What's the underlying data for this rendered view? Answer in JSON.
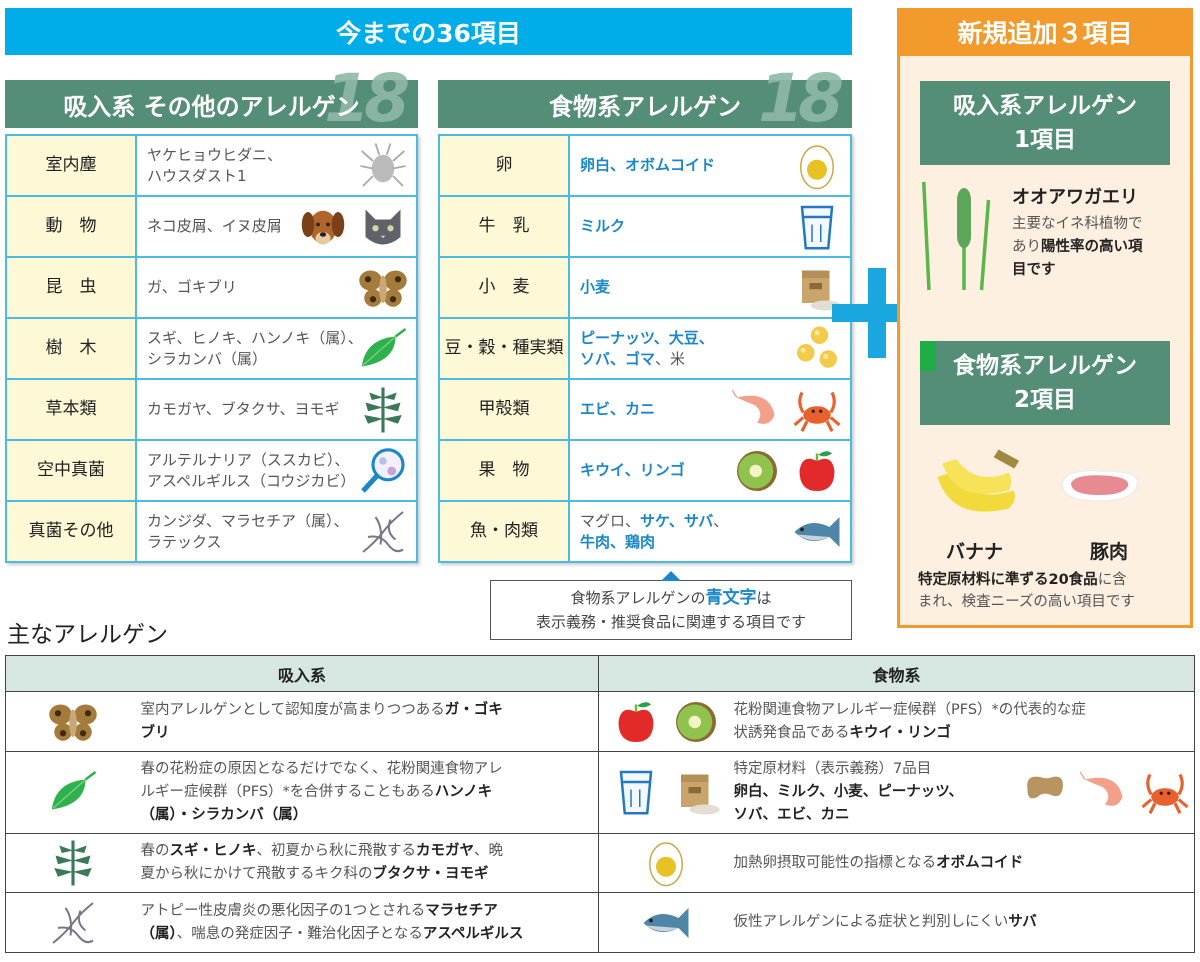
{
  "top_banner": "今までの36項目",
  "inhalant_section": {
    "title": "吸入系 その他のアレルゲン",
    "count": "18",
    "rows": [
      {
        "category": "室内塵",
        "items": [
          [
            "ヤケヒョウヒダニ、\nハウスダスト1",
            ""
          ]
        ],
        "icons": [
          "mite"
        ]
      },
      {
        "category": "動　物",
        "items": [
          [
            "ネコ皮屑、イヌ皮屑",
            ""
          ]
        ],
        "icons": [
          "dog",
          "cat"
        ]
      },
      {
        "category": "昆　虫",
        "items": [
          [
            "ガ、ゴキブリ",
            ""
          ]
        ],
        "icons": [
          "moth"
        ]
      },
      {
        "category": "樹　木",
        "items": [
          [
            "スギ、ヒノキ、ハンノキ（属）、\nシラカンバ（属）",
            ""
          ]
        ],
        "icons": [
          "leaf"
        ]
      },
      {
        "category": "草本類",
        "items": [
          [
            "カモガヤ、ブタクサ、ヨモギ",
            ""
          ]
        ],
        "icons": [
          "herb"
        ]
      },
      {
        "category": "空中真菌",
        "items": [
          [
            "アルテルナリア（ススカビ）、\nアスペルギルス（コウジカビ）",
            ""
          ]
        ],
        "icons": [
          "magnifier"
        ]
      },
      {
        "category": "真菌その他",
        "items": [
          [
            "カンジダ、マラセチア（属）、\nラテックス",
            ""
          ]
        ],
        "icons": [
          "mold"
        ]
      }
    ]
  },
  "food_section": {
    "title": "食物系アレルゲン",
    "count": "18",
    "rows": [
      {
        "category": "卵",
        "items": [
          [
            "卵白、オボムコイド",
            "blue"
          ]
        ],
        "icons": [
          "egg"
        ]
      },
      {
        "category": "牛　乳",
        "items": [
          [
            "ミルク",
            "blue"
          ]
        ],
        "icons": [
          "milk"
        ]
      },
      {
        "category": "小　麦",
        "items": [
          [
            "小麦",
            "blue"
          ]
        ],
        "icons": [
          "flour"
        ]
      },
      {
        "category": "豆・穀・種実類",
        "items": [
          [
            "ピーナッツ、大豆、\nソバ、ゴマ",
            "blue"
          ],
          [
            "、米",
            ""
          ]
        ],
        "icons": [
          "soybeans"
        ]
      },
      {
        "category": "甲殻類",
        "items": [
          [
            "エビ、カニ",
            "blue"
          ]
        ],
        "icons": [
          "shrimp",
          "crab"
        ]
      },
      {
        "category": "果　物",
        "items": [
          [
            "キウイ、リンゴ",
            "blue"
          ]
        ],
        "icons": [
          "kiwi",
          "apple"
        ]
      },
      {
        "category": "魚・肉類",
        "items": [
          [
            "マグロ、",
            ""
          ],
          [
            "サケ、サバ",
            "blue"
          ],
          [
            "、\n",
            ""
          ],
          [
            "牛肉、鶏肉",
            "blue"
          ]
        ],
        "icons": [
          "fish"
        ]
      }
    ]
  },
  "note": {
    "before": "食物系アレルゲンの",
    "highlight": "青文字",
    "after": "は",
    "line2": "表示義務・推奨食品に関連する項目です"
  },
  "new_panel": {
    "title": "新規追加３項目",
    "inhalant_box": "吸入系アレルゲン\n1項目",
    "inhalant_item": {
      "name": "オオアワガエリ",
      "desc": [
        [
          "主要なイネ科植物で\nあり",
          ""
        ],
        [
          "陽性率の高い項\n目です",
          "b"
        ]
      ],
      "icon": "cattail"
    },
    "food_box": "食物系アレルゲン\n2項目",
    "food_items": [
      {
        "name": "バナナ",
        "icon": "banana"
      },
      {
        "name": "豚肉",
        "icon": "pork"
      }
    ],
    "footer": [
      [
        "特定原材料に準ずる20食品",
        "b"
      ],
      [
        "に含\nまれ、検査ニーズの高い項目です",
        ""
      ]
    ]
  },
  "main_allergens": {
    "heading": "主なアレルゲン",
    "inhalant": {
      "header": "吸入系",
      "rows": [
        {
          "icons": [
            "moth"
          ],
          "text": [
            [
              "室内アレルゲンとして認知度が高まりつつある",
              ""
            ],
            [
              "ガ・ゴキ\nブリ",
              "b"
            ]
          ]
        },
        {
          "icons": [
            "leaf"
          ],
          "text": [
            [
              "春の花粉症の原因となるだけでなく、花粉関連食物アレ\nルギー症候群（PFS）*を合併することもある",
              ""
            ],
            [
              "ハンノキ\n（属）・シラカンバ（属）",
              "b"
            ]
          ]
        },
        {
          "icons": [
            "herb"
          ],
          "text": [
            [
              "春の",
              ""
            ],
            [
              "スギ・ヒノキ",
              "b"
            ],
            [
              "、初夏から秋に飛散する",
              ""
            ],
            [
              "カモガヤ",
              "b"
            ],
            [
              "、晩\n夏から秋にかけて飛散するキク科の",
              ""
            ],
            [
              "ブタクサ・ヨモギ",
              "b"
            ]
          ]
        },
        {
          "icons": [
            "mold"
          ],
          "text": [
            [
              "アトピー性皮膚炎の悪化因子の1つとされる",
              ""
            ],
            [
              "マラセチア\n（属）",
              "b"
            ],
            [
              "、喘息の発症因子・難治化因子となる",
              ""
            ],
            [
              "アスペルギルス",
              "b"
            ]
          ]
        }
      ]
    },
    "food": {
      "header": "食物系",
      "rows": [
        {
          "icons": [
            "apple",
            "kiwi"
          ],
          "text": [
            [
              "花粉関連食物アレルギー症候群（PFS）*の代表的な症\n状誘発食品である",
              ""
            ],
            [
              "キウイ・リンゴ",
              "b"
            ]
          ]
        },
        {
          "icons": [
            "milk",
            "flour"
          ],
          "text": [
            [
              "特定原材料（表示義務）7品目\n",
              ""
            ],
            [
              "卵白、ミルク、小麦、ピーナッツ、\nソバ、エビ、カニ",
              "b"
            ]
          ],
          "right_icons": [
            "peanut",
            "shrimp",
            "crab"
          ]
        },
        {
          "icons": [
            "egg"
          ],
          "text": [
            [
              "加熱卵摂取可能性の指標となる",
              ""
            ],
            [
              "オボムコイド",
              "b"
            ]
          ]
        },
        {
          "icons": [
            "fish"
          ],
          "text": [
            [
              "仮性アレルゲンによる症状と判別しにくい",
              ""
            ],
            [
              "サバ",
              "b"
            ]
          ]
        }
      ]
    }
  },
  "colors": {
    "banner_blue": "#00ade9",
    "section_green": "#558e77",
    "cell_yellow": "#fdf8d5",
    "grid_blue": "#4cbbe3",
    "highlight_blue": "#1a87c9",
    "new_orange": "#f39a2d"
  }
}
